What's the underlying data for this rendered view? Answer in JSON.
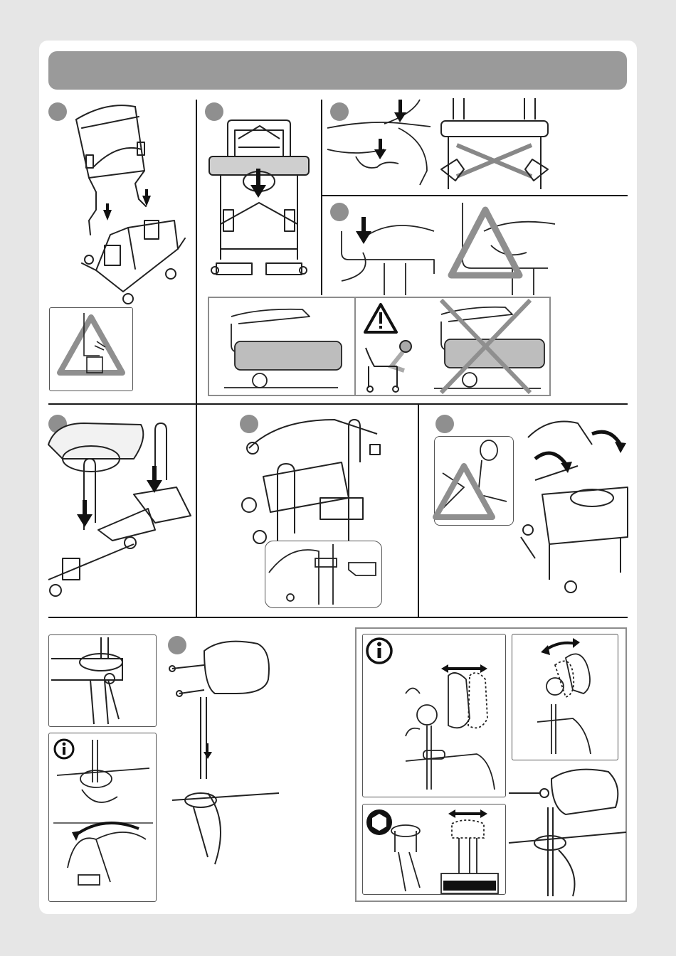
{
  "page": {
    "background": "#e6e6e6",
    "sheet_color": "#ffffff",
    "header_color": "#9a9a9a",
    "badge_color": "#8f8f8f",
    "warning_color": "#8f8f8f"
  },
  "steps": [
    {
      "id": "step-1",
      "icon": "chair-frame-assembly-illustration"
    },
    {
      "id": "step-2",
      "icon": "seat-installation-illustration"
    },
    {
      "id": "step-3",
      "icon": "seat-press-down-illustration"
    },
    {
      "id": "step-4",
      "icon": "armrest-press-illustration"
    },
    {
      "id": "step-5",
      "icon": "footrest-insertion-illustration"
    },
    {
      "id": "step-6",
      "icon": "footrest-hook-illustration"
    },
    {
      "id": "step-7",
      "icon": "backrest-fold-illustration"
    },
    {
      "id": "step-8",
      "icon": "headrest-installation-illustration"
    }
  ],
  "icons": {
    "warning": "warning-triangle-icon",
    "info": "info-icon",
    "hex": "hex-key-icon"
  }
}
